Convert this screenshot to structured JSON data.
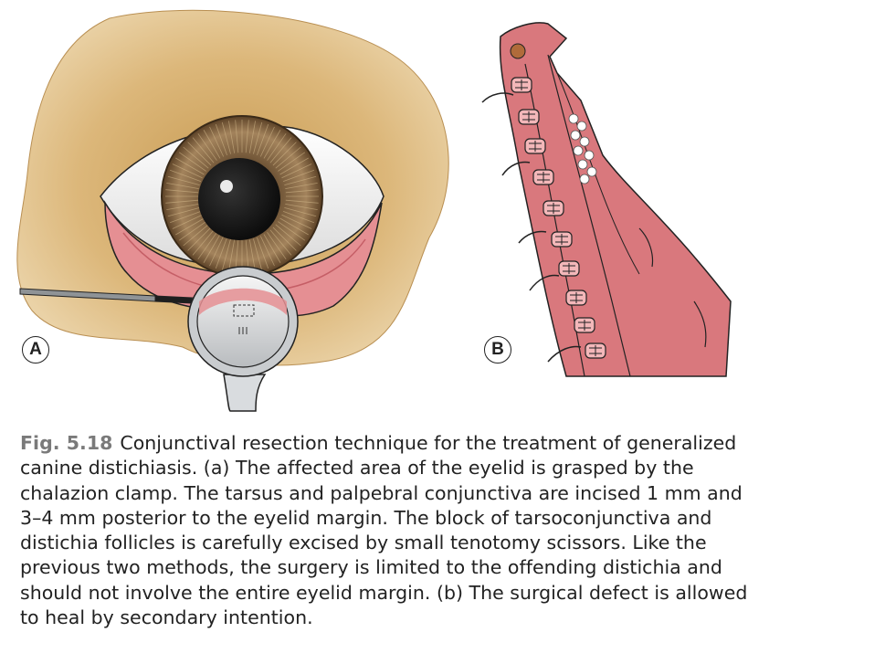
{
  "figure": {
    "panel_a_label": "A",
    "panel_b_label": "B"
  },
  "caption": {
    "figure_number": "Fig. 5.18",
    "lines": [
      "Conjunctival resection technique for the treatment of generalized",
      "canine distichiasis. (a) The affected area of the eyelid is grasped by the",
      "chalazion clamp. The tarsus and palpebral conjunctiva are incised 1 mm and",
      "3–4 mm posterior to the eyelid margin. The block of tarsoconjunctiva and",
      "distichia follicles is carefully excised by small tenotomy scissors. Like the",
      "previous two methods, the surgery is limited to the offending distichia and",
      "should not involve the entire eyelid margin. (b) The surgical defect is allowed",
      "to heal by secondary intention."
    ]
  },
  "colors": {
    "skin": "#e3c48f",
    "skin_shadow": "#c9a25f",
    "sclera": "#f4f4f2",
    "iris": "#8a6a48",
    "pupil": "#1a1a1a",
    "conjunctiva": "#e58f93",
    "tissue": "#d9787d",
    "clamp_metal": "#c9cccf",
    "outline": "#222222"
  }
}
